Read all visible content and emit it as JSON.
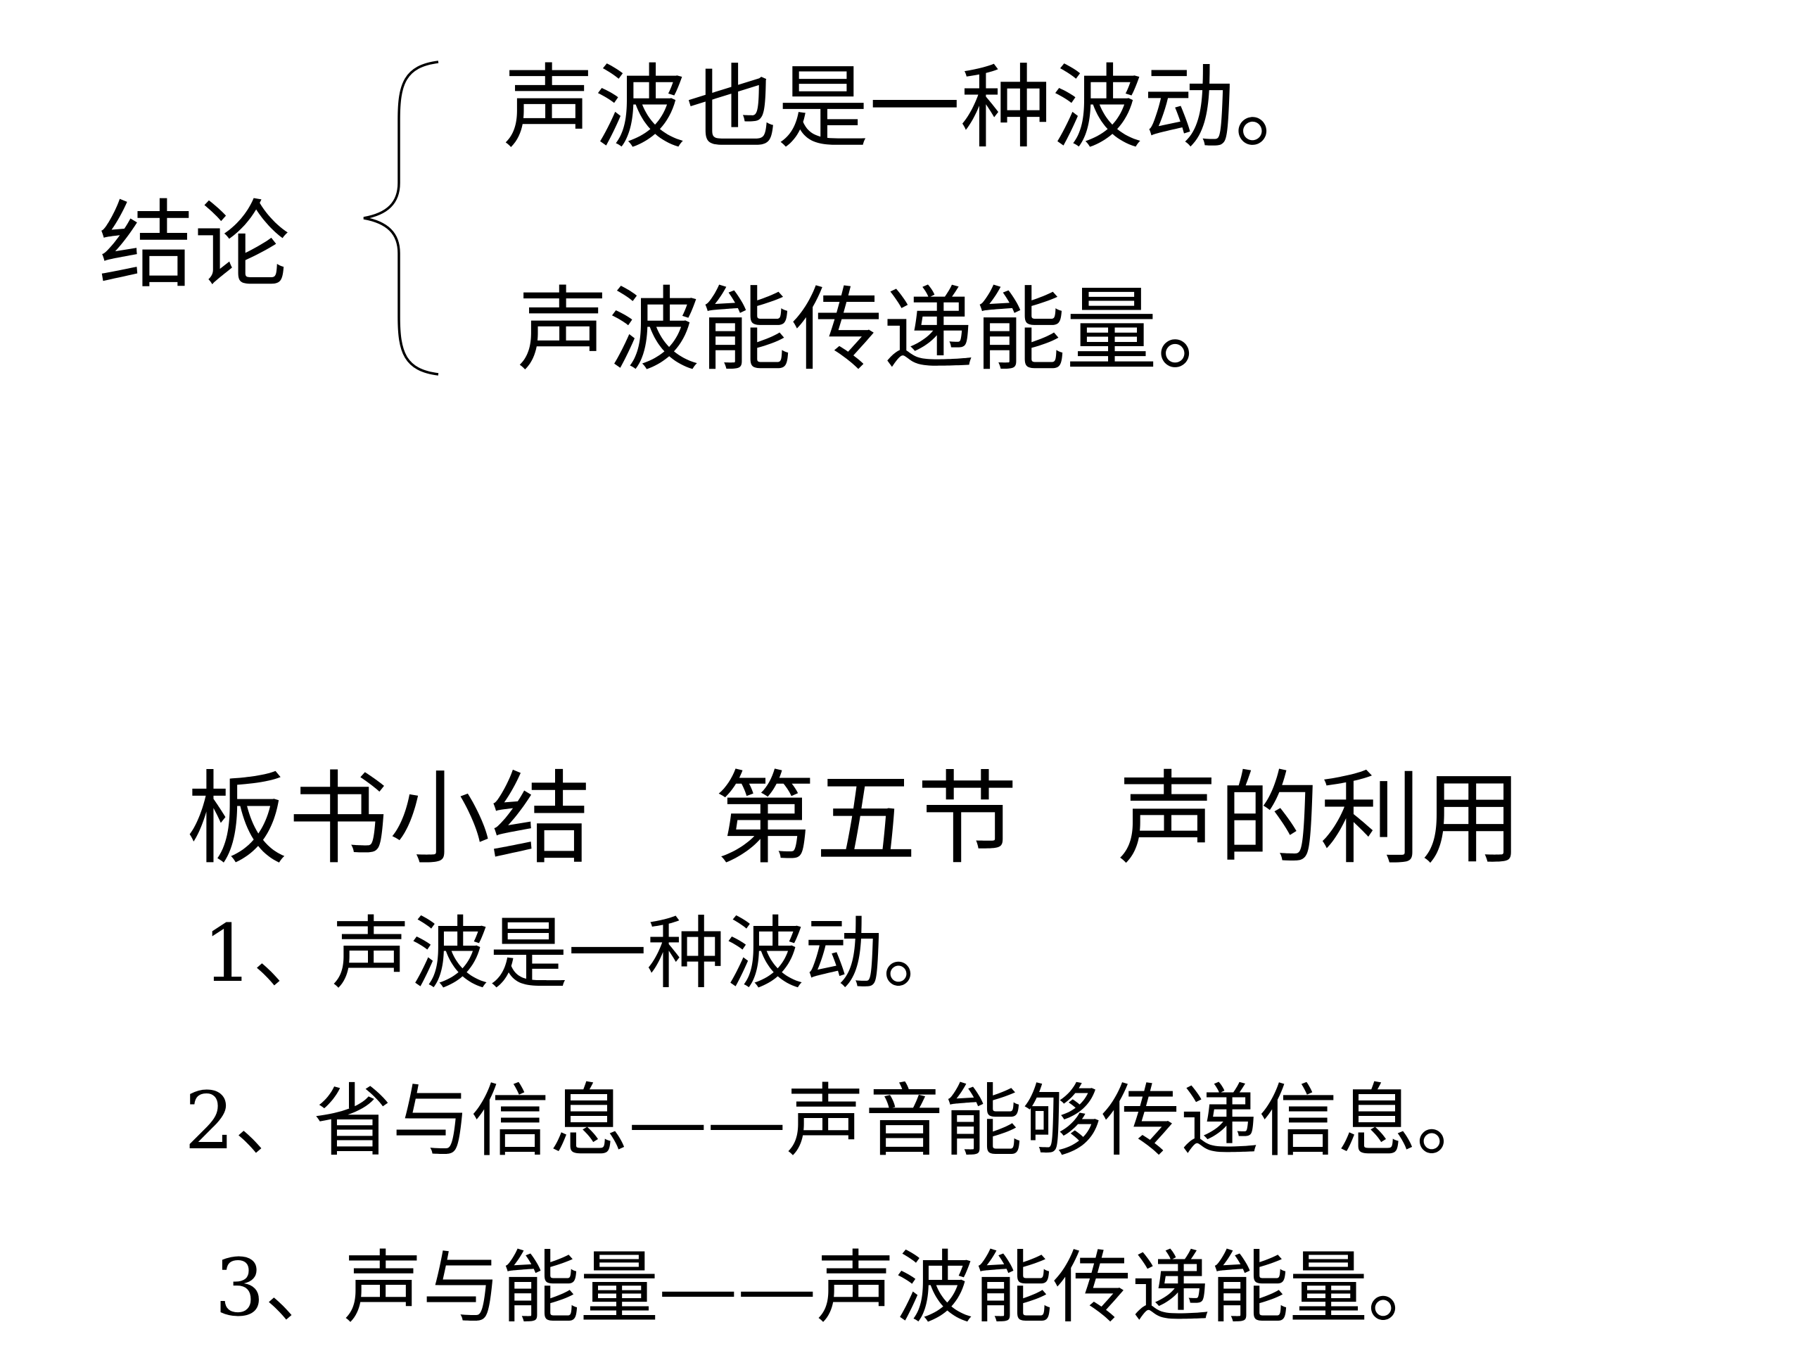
{
  "conclusion": {
    "label": "结论",
    "lines": [
      "声波也是一种波动。",
      "声波能传递能量。"
    ]
  },
  "summary": {
    "title": "板书小结",
    "section": "第五节",
    "topic": "声的利用",
    "points": [
      "1、声波是一种波动。",
      "2、省与信息——声音能够传递信息。",
      "3、声与能量——声波能传递能量。"
    ]
  }
}
